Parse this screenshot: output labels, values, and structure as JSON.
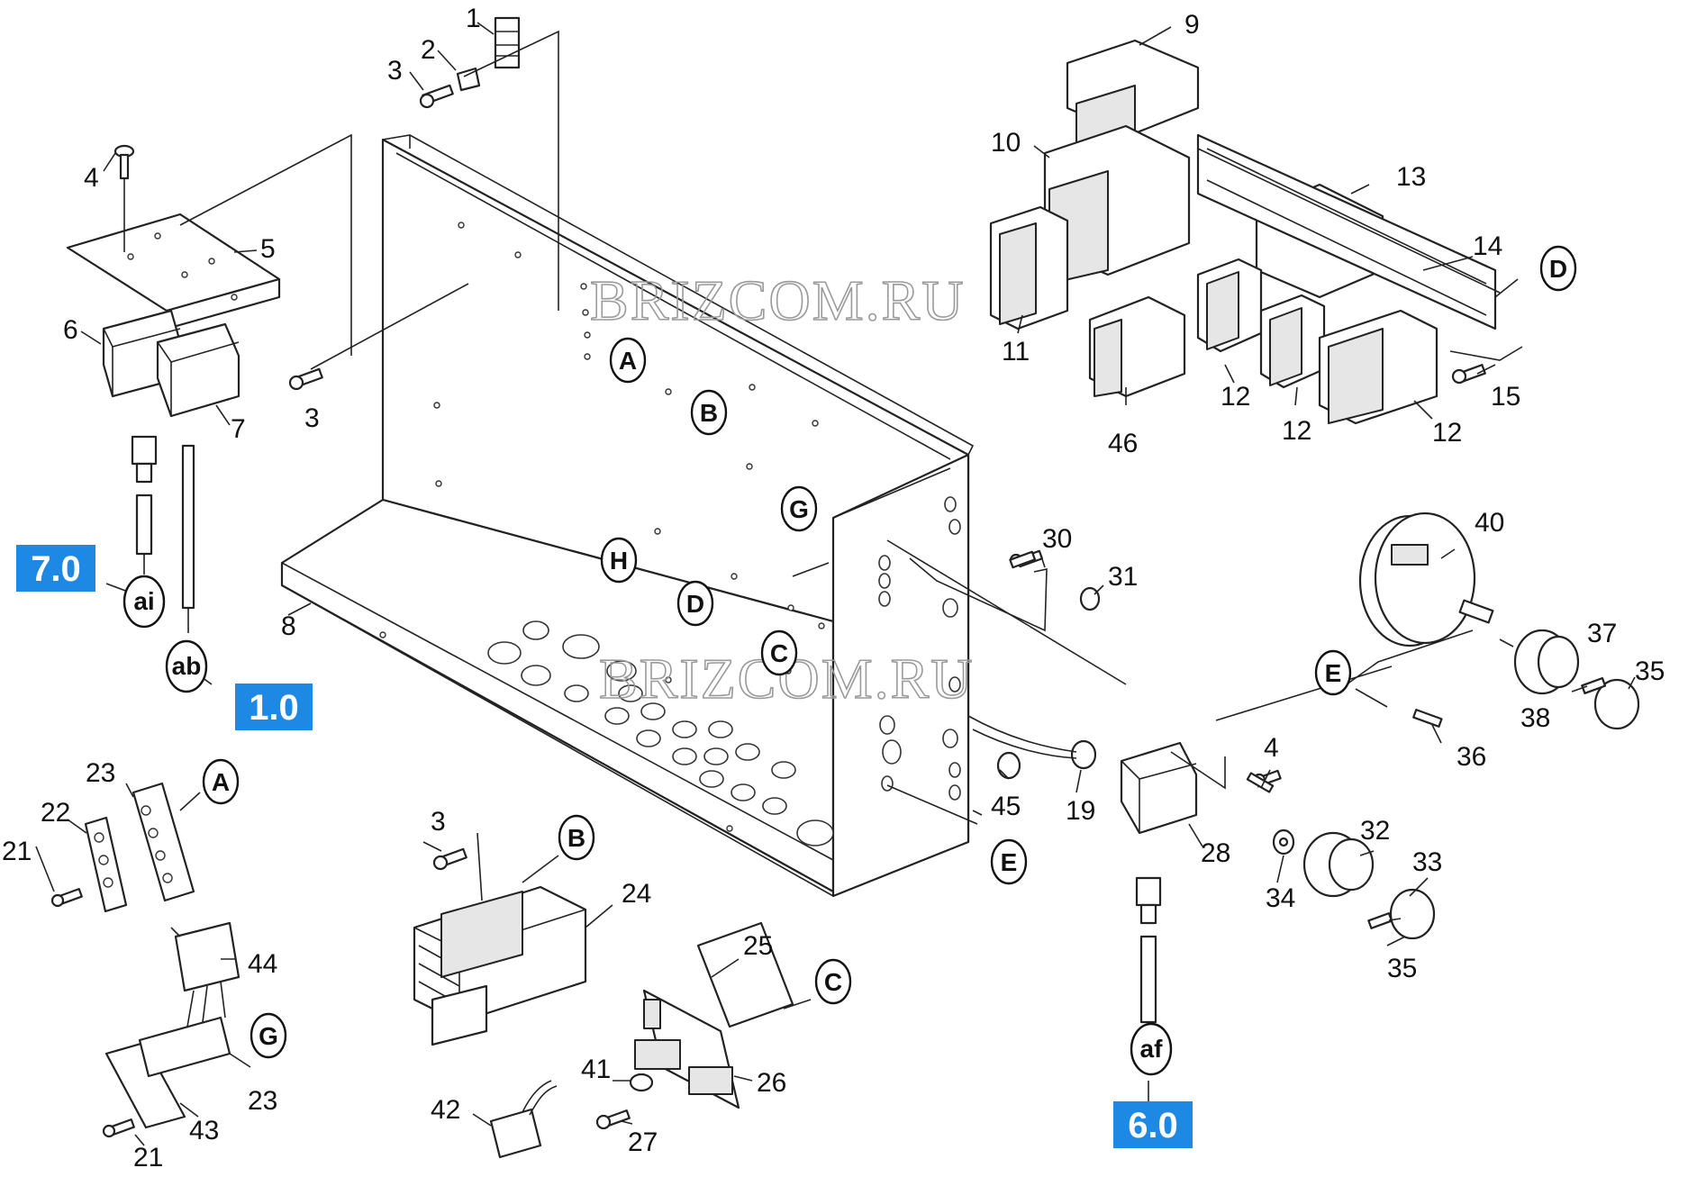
{
  "watermarks": [
    "BRIZCOM.RU",
    "BRIZCOM.RU"
  ],
  "part_numbers": [
    "1",
    "2",
    "3",
    "3",
    "4",
    "5",
    "6",
    "7",
    "8",
    "9",
    "10",
    "11",
    "12",
    "12",
    "12",
    "13",
    "14",
    "15",
    "46",
    "30",
    "31",
    "40",
    "37",
    "35",
    "38",
    "36",
    "4",
    "45",
    "19",
    "28",
    "32",
    "33",
    "34",
    "35",
    "21",
    "22",
    "23",
    "23",
    "24",
    "3",
    "25",
    "26",
    "41",
    "27",
    "42",
    "43",
    "44",
    "21"
  ],
  "callouts": {
    "diagram": [
      "A",
      "B",
      "G",
      "H",
      "D",
      "C",
      "E"
    ],
    "detail": [
      "D",
      "E",
      "A",
      "B",
      "C",
      "G"
    ],
    "connectors": [
      "ai",
      "ab",
      "af"
    ]
  },
  "cross_refs": [
    "7.0",
    "1.0",
    "6.0"
  ],
  "colors": {
    "xref_box": "#1e88e5",
    "line": "#222222"
  }
}
